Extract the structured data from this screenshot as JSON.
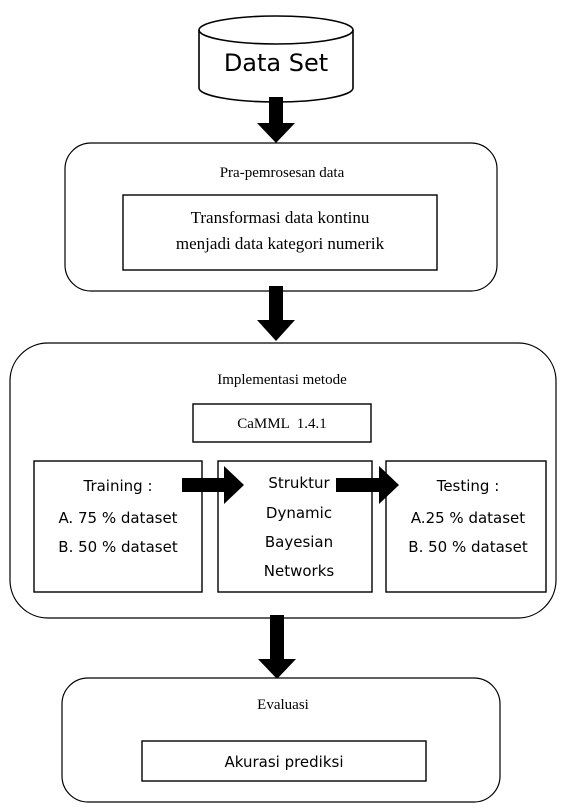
{
  "datastore": {
    "label": "Data Set"
  },
  "preprocessing": {
    "title": "Pra-pemrosesan data",
    "step_line1": "Transformasi data kontinu",
    "step_line2": "menjadi data kategori numerik"
  },
  "implementation": {
    "title": "Implementasi metode",
    "tool": "CaMML  1.4.1",
    "training": {
      "title": "Training :",
      "line_a": "A. 75 % dataset",
      "line_b": "B. 50 % dataset"
    },
    "structure": {
      "line1": "Struktur",
      "line2": "Dynamic",
      "line3": "Bayesian",
      "line4": "Networks"
    },
    "testing": {
      "title": "Testing :",
      "line_a": "A.25 % dataset",
      "line_b": "B. 50 % dataset"
    }
  },
  "evaluation": {
    "title": "Evaluasi",
    "result": "Akurasi prediksi"
  }
}
